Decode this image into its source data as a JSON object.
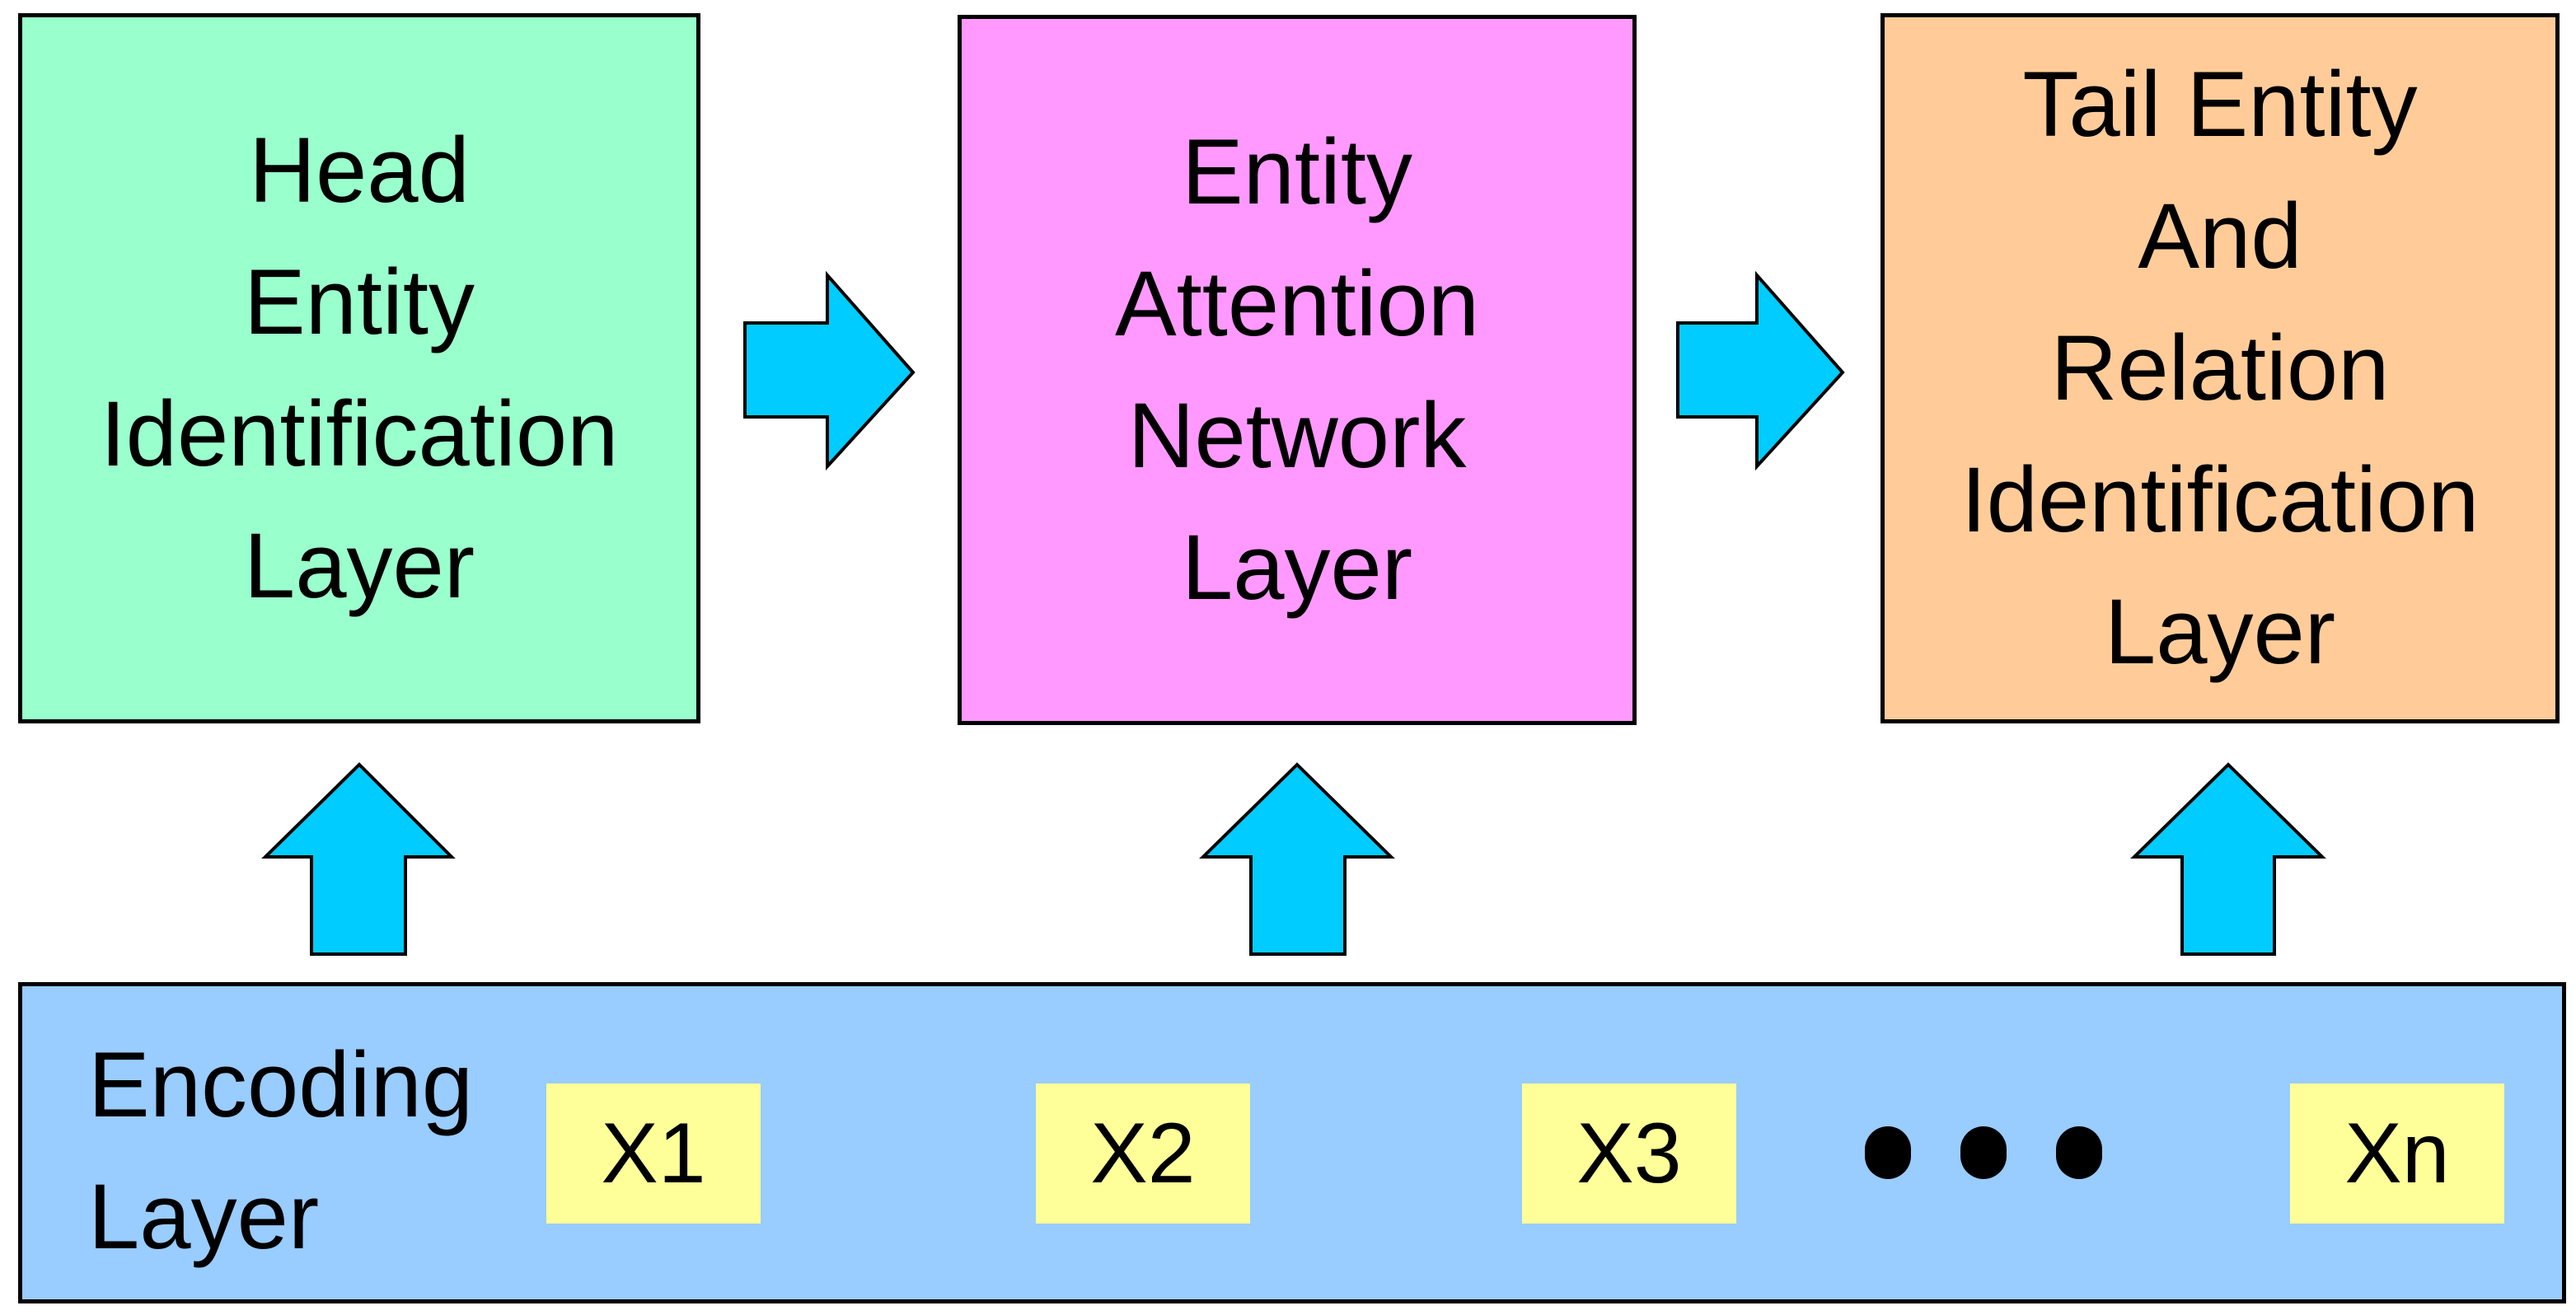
{
  "colors": {
    "head_block": "#99FFCC",
    "attention_block": "#FF99FF",
    "tail_block": "#FFCC99",
    "encoding_layer": "#99CCFF",
    "token": "#FFFF99",
    "arrow": "#00CCFF"
  },
  "blocks": {
    "head": {
      "lines": [
        "Head",
        "Entity",
        "Identification",
        "Layer"
      ]
    },
    "attention": {
      "lines": [
        "Entity",
        "Attention",
        "Network",
        "Layer"
      ]
    },
    "tail": {
      "lines": [
        "Tail Entity",
        "And",
        "Relation",
        "Identification",
        "Layer"
      ]
    }
  },
  "encoding": {
    "label_lines": [
      "Encoding",
      "Layer"
    ],
    "tokens": [
      "X1",
      "X2",
      "X3",
      "Xn"
    ]
  },
  "icons": {
    "right_arrow": "right-arrow-icon",
    "up_arrow": "up-arrow-icon",
    "ellipsis": "ellipsis-icon"
  }
}
